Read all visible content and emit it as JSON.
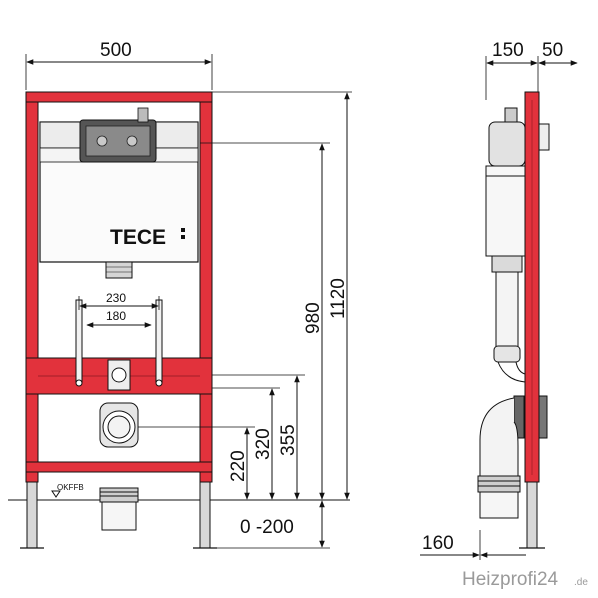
{
  "dimensions": {
    "width_frame": "500",
    "depth_frame": "150",
    "depth_front": "50",
    "height_total": "1120",
    "height_flush": "980",
    "height_drain_355": "355",
    "height_drain_320": "320",
    "height_drain_220": "220",
    "adjust_range": "0 -200",
    "spacing_230": "230",
    "spacing_180": "180",
    "side_offset": "160"
  },
  "labels": {
    "brand": "TECE",
    "floor_ref": "OKFFB"
  },
  "watermark": {
    "name": "Heizprofi24",
    "tld": ".de"
  },
  "colors": {
    "frame_red": "#e2323c",
    "frame_dark": "#a31f28",
    "line": "#111111",
    "grey": "#9a9a9a"
  }
}
